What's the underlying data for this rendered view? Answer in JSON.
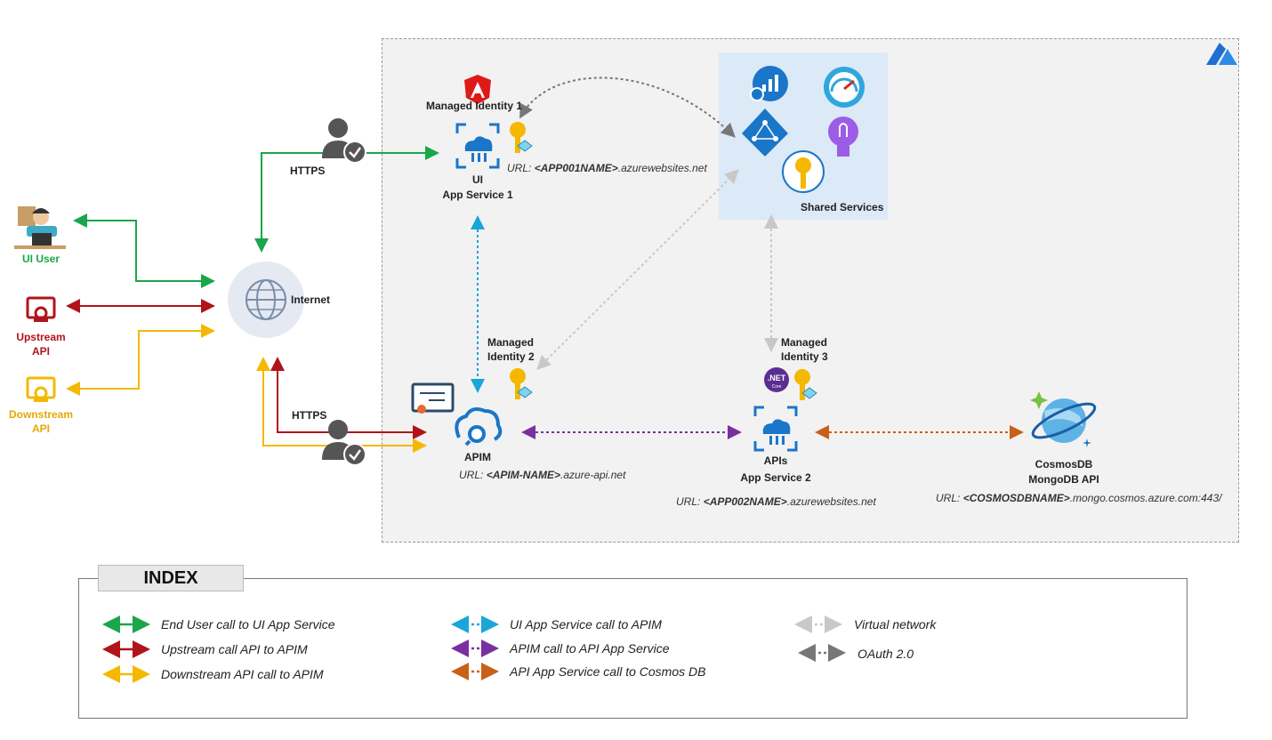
{
  "actors": {
    "ui_user": "UI User",
    "upstream_api": "Upstream API",
    "downstream_api": "Downstream API",
    "internet": "Internet",
    "https_top": "HTTPS",
    "https_bottom": "HTTPS"
  },
  "azure": {
    "managed_identity_1": "Managed Identity 1",
    "managed_identity_2": "Managed Identity 2",
    "managed_identity_3": "Managed Identity 3",
    "ui_app_service_title": "UI",
    "ui_app_service_subtitle": "App Service 1",
    "ui_url_prefix": "URL: ",
    "ui_url_name": "<APP001NAME>",
    "ui_url_suffix": ".azurewebsites.net",
    "shared_services": "Shared Services",
    "apim_title": "APIM",
    "apim_url_prefix": "URL: ",
    "apim_url_name": "<APIM-NAME>",
    "apim_url_suffix": ".azure-api.net",
    "apis_title": "APIs",
    "apis_subtitle": "App Service 2",
    "apis_url_prefix": "URL: ",
    "apis_url_name": "<APP002NAME>",
    "apis_url_suffix": ".azurewebsites.net",
    "cosmos_title": "CosmosDB",
    "cosmos_subtitle": "MongoDB API",
    "cosmos_url_prefix": "URL: ",
    "cosmos_url_name": "<COSMOSDBNAME>",
    "cosmos_url_suffix": ".mongo.cosmos.azure.com:443/",
    "dotnet_badge": ".NET",
    "dotnet_badge_sub": "Core"
  },
  "index": {
    "title": "INDEX",
    "items": [
      {
        "label": "End User call to UI App Service",
        "color": "#1aa64a",
        "style": "solid"
      },
      {
        "label": "Upstream call API to APIM",
        "color": "#b0141a",
        "style": "solid"
      },
      {
        "label": "Downstream API call to APIM",
        "color": "#f5b800",
        "style": "solid"
      },
      {
        "label": "UI App Service call to APIM",
        "color": "#1aa6d9",
        "style": "dashed"
      },
      {
        "label": "APIM call to API App Service",
        "color": "#7a2fa0",
        "style": "dashed"
      },
      {
        "label": "API App Service call to Cosmos DB",
        "color": "#c8601a",
        "style": "dashed"
      },
      {
        "label": "Virtual network",
        "color": "#c8c8c8",
        "style": "dashed"
      },
      {
        "label": "OAuth 2.0",
        "color": "#777777",
        "style": "dashed"
      }
    ]
  },
  "colors": {
    "green": "#1aa64a",
    "red": "#b0141a",
    "yellow": "#f5b800",
    "cyan": "#1aa6d9",
    "purple": "#7a2fa0",
    "orange": "#c8601a",
    "vnet_gray": "#c8c8c8",
    "oauth_gray": "#777777",
    "azure_blue": "#0f6cbd"
  }
}
